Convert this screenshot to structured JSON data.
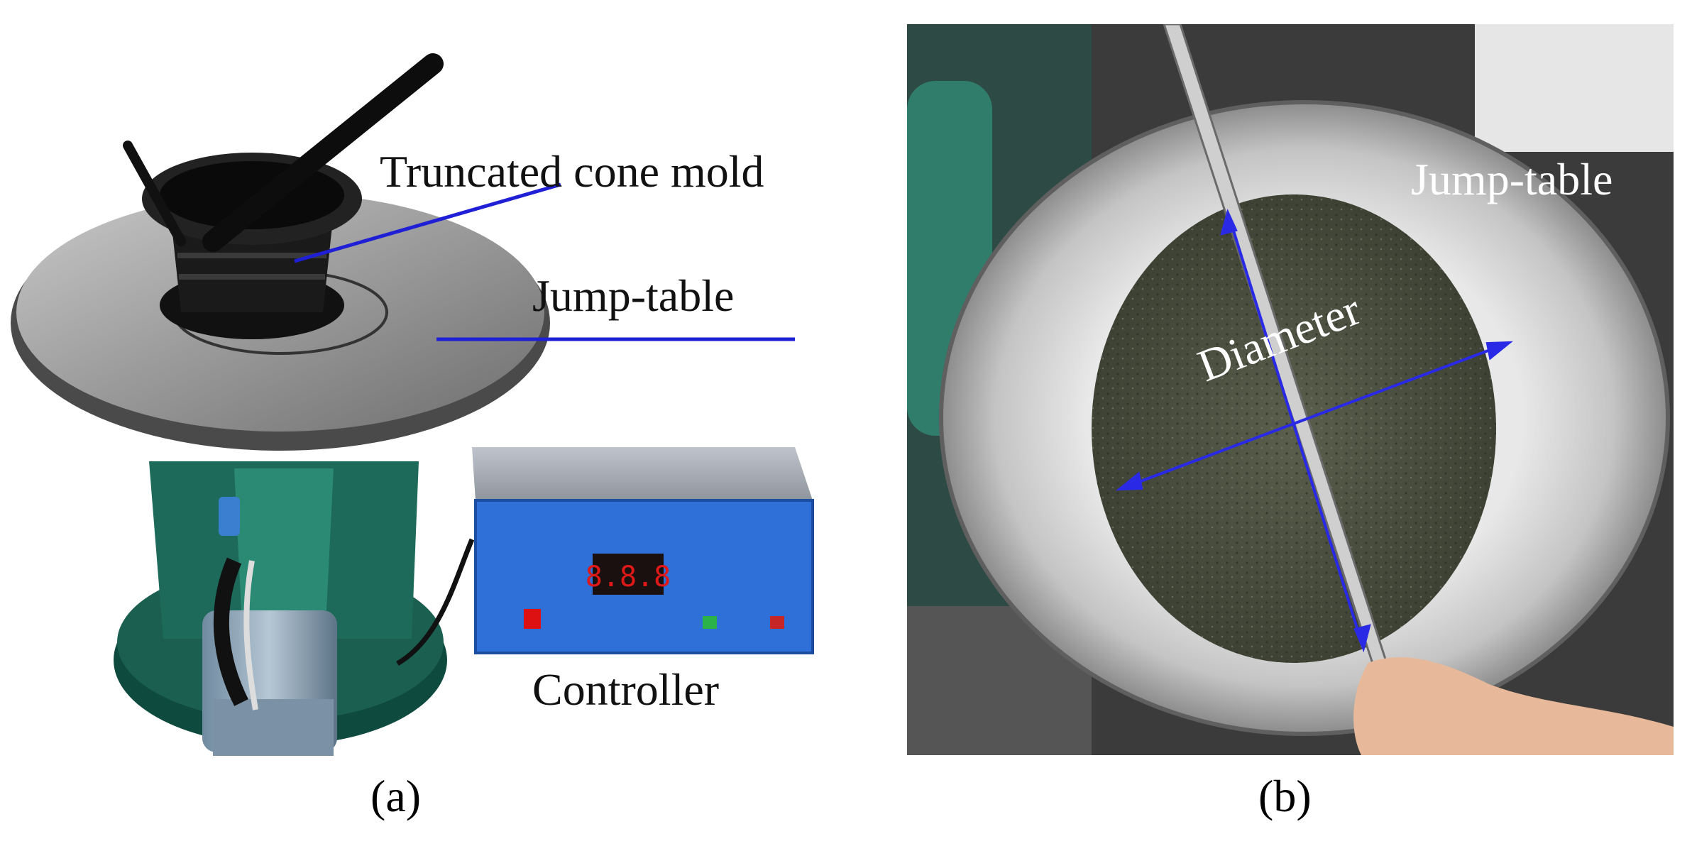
{
  "panel_a": {
    "labels": {
      "cone": "Truncated cone mold",
      "table": "Jump-table",
      "controller": "Controller"
    },
    "display_reading": "8.8.8",
    "caption": "(a)"
  },
  "panel_b": {
    "labels": {
      "table": "Jump-table",
      "diameter": "Diameter"
    },
    "caption": "(b)"
  },
  "colors": {
    "leader_line": "#1f1fd6",
    "arrow": "#2a2ae6",
    "controller_panel": "#2f6fd8",
    "stand": "#1d6a5a",
    "display_red": "#e01818"
  }
}
